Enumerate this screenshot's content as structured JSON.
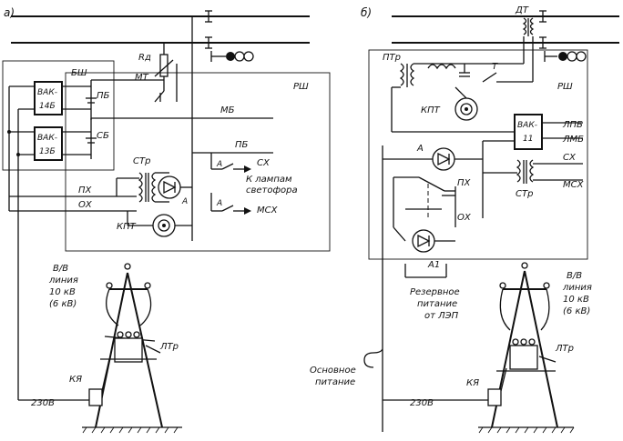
{
  "panels": [
    {
      "id": "a",
      "letter": "а)",
      "labels": {
        "rsh": "РШ",
        "bsh": "БШ",
        "pb": "ПБ",
        "sb": "СБ",
        "vak1": "ВАК-\n14Б",
        "vak2": "ВАК-\n13Б",
        "rd": "Rд",
        "mt": "МТ",
        "mb": "МБ",
        "pb2": "ПБ",
        "sx": "СХ",
        "msx": "МСХ",
        "to_lamps": "К лампам\nсветофора",
        "str": "СТр",
        "a1": "А",
        "a2": "А",
        "a3": "А",
        "px": "ПХ",
        "ox": "ОХ",
        "kpt": "КПТ",
        "hv_line": "В/В\nлиния\n10 кВ\n(6 кВ)",
        "ltr": "ЛТр",
        "kya": "КЯ",
        "v230": "230В"
      }
    },
    {
      "id": "b",
      "letter": "б)",
      "labels": {
        "dt": "ДТ",
        "ptr": "ПТр",
        "t": "Т",
        "rsh": "РШ",
        "kpt": "КПТ",
        "vak": "ВАК-\n11",
        "lpb": "ЛПБ",
        "lmb": "ЛМБ",
        "sx": "СХ",
        "msx": "МСХ",
        "str": "СТр",
        "a_top": "А",
        "px": "ПХ",
        "ox": "ОХ",
        "a1": "А1",
        "reserve": "Резервное\nпитание\nот ЛЭП",
        "hv_line": "В/В\nлиния\n10 кВ\n(6 кВ)",
        "ltr": "ЛТр",
        "main_power": "Основное\nпитание",
        "kya": "КЯ",
        "v230": "230В"
      }
    }
  ]
}
